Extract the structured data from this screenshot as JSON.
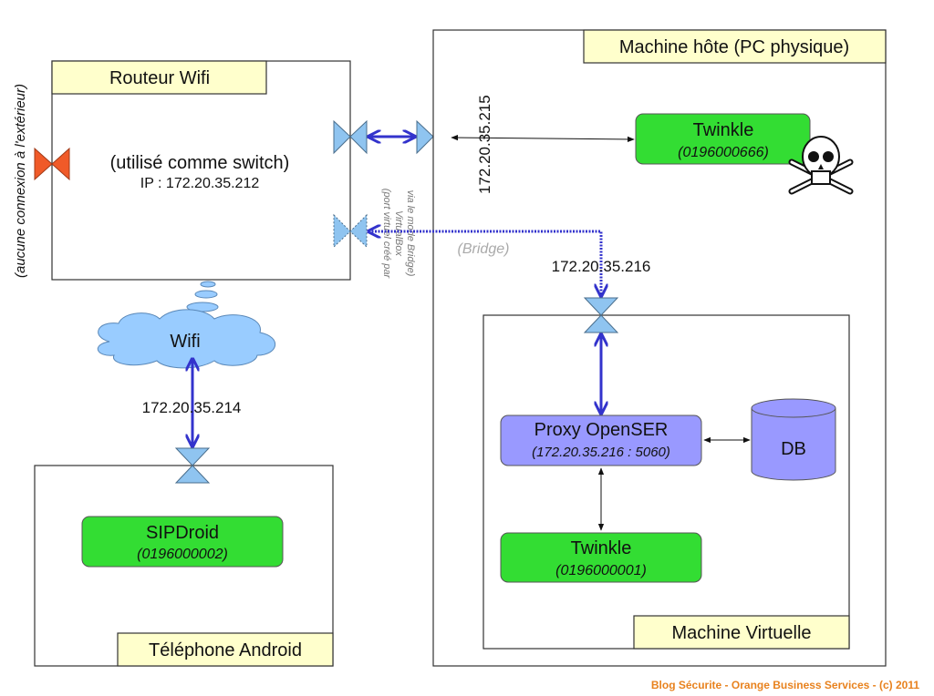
{
  "router": {
    "title": "Routeur Wifi",
    "subtitle": "(utilisé comme switch)",
    "ip": "IP : 172.20.35.212"
  },
  "no_external": "(aucune connexion à l'extérieur)",
  "host": {
    "title": "Machine hôte (PC physique)",
    "ip": "172.20.35.215",
    "twinkle": {
      "name": "Twinkle",
      "number": "(0196000666)"
    }
  },
  "virtual_port_note": [
    "(port virtuel créé par",
    "VirtualBox",
    "via le mode Bridge)"
  ],
  "bridge_label": "(Bridge)",
  "vm": {
    "title": "Machine Virtuelle",
    "ip": "172.20.35.216",
    "proxy": {
      "name": "Proxy OpenSER",
      "address": "(172.20.35.216 : 5060)"
    },
    "db": "DB",
    "twinkle": {
      "name": "Twinkle",
      "number": "(0196000001)"
    }
  },
  "wifi": {
    "label": "Wifi",
    "ip": "172.20.35.214"
  },
  "phone": {
    "title": "Téléphone Android",
    "app": {
      "name": "SIPDroid",
      "number": "(0196000002)"
    }
  },
  "footer": "Blog Sécurite - Orange Business Services - (c) 2011",
  "colors": {
    "note": "#ffffcc",
    "app": "#33dd33",
    "proxy": "#9999ff",
    "port": "#8fc4f0",
    "blocked_port": "#f05a28",
    "link": "#3333cc",
    "footer": "#e8821e"
  }
}
